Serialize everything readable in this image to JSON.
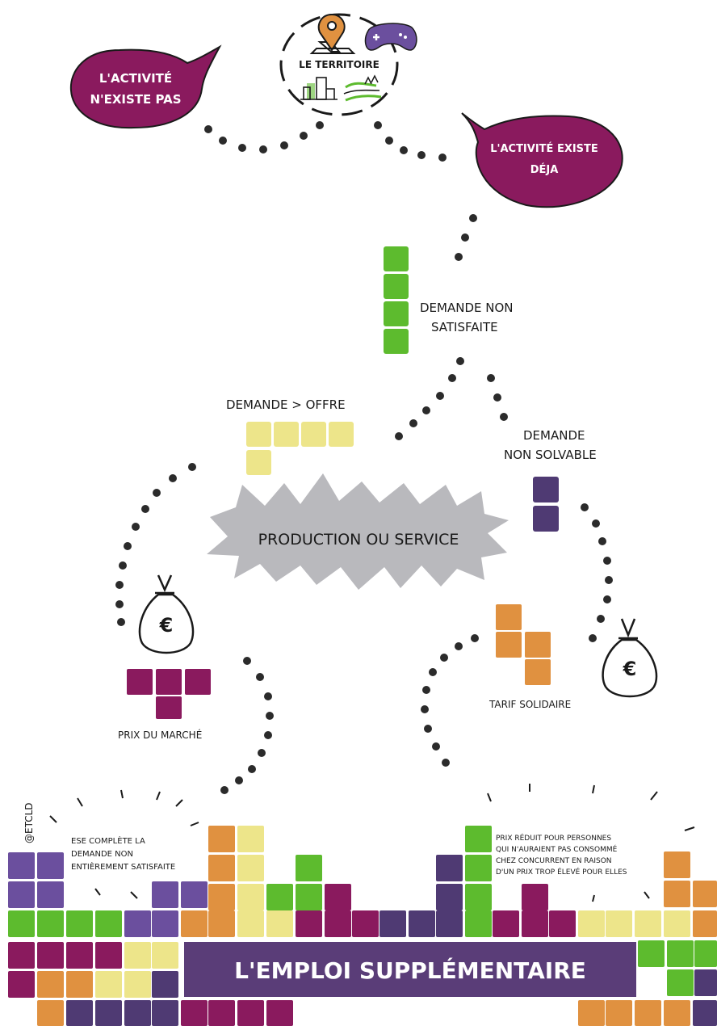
{
  "colors": {
    "plum": "#8a1a5e",
    "green": "#5dbb2e",
    "yellow": "#ede58a",
    "violet": "#4f3a73",
    "orange": "#e09140",
    "purple_light": "#6b4f9e",
    "banner": "#5a3d78",
    "gray": "#b9b9bd"
  },
  "territory": {
    "label": "LE TERRITOIRE",
    "icons": [
      "map-pin-icon",
      "gamepad-icon",
      "city-icon",
      "landscape-icon"
    ]
  },
  "bubbles": {
    "left_line1": "L'ACTIVITÉ",
    "left_line2": "N'EXISTE PAS",
    "right_line1": "L'ACTIVITÉ EXISTE",
    "right_line2": "DÉJA"
  },
  "labels": {
    "demande_non_satisfaite_1": "DEMANDE NON",
    "demande_non_satisfaite_2": "SATISFAITE",
    "demande_offre": "DEMANDE > OFFRE",
    "demande_non_solvable_1": "DEMANDE",
    "demande_non_solvable_2": "NON SOLVABLE",
    "production": "PRODUCTION OU SERVICE",
    "prix_marche": "PRIX DU MARCHÉ",
    "tarif_solidaire": "TARIF SOLIDAIRE",
    "credit": "@ETCLD",
    "left_note_1": "ESE COMPLÈTE LA",
    "left_note_2": "DEMANDE NON",
    "left_note_3": "ENTIÈREMENT SATISFAITE",
    "right_note_1": "PRIX RÉDUIT POUR PERSONNES",
    "right_note_2": "QUI N'AURAIENT PAS CONSOMMÉ",
    "right_note_3": "CHEZ CONCURRENT EN RAISON",
    "right_note_4": "D'UN PRIX TROP ÉLEVÉ POUR ELLES",
    "banner": "L'EMPLOI SUPPLÉMENTAIRE"
  },
  "icons": {
    "money_bag_left": "money-bag-icon",
    "money_bag_right": "money-bag-icon",
    "euro_symbol": "€"
  }
}
